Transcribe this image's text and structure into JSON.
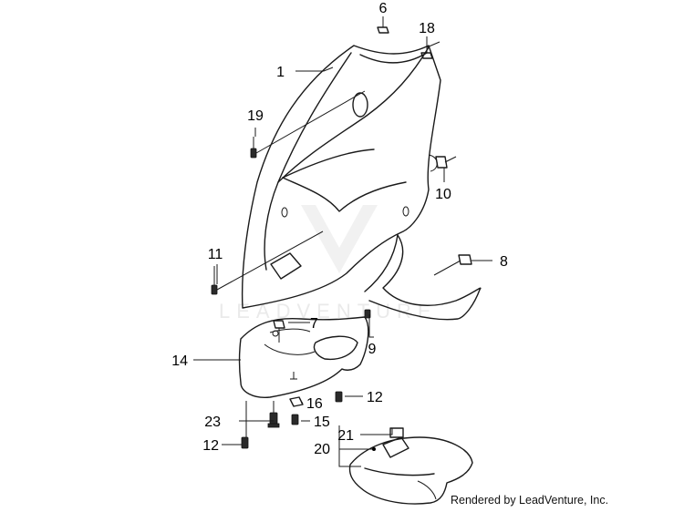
{
  "diagram": {
    "callouts": {
      "c1": "1",
      "c6": "6",
      "c18": "18",
      "c19": "19",
      "c10": "10",
      "c11": "11",
      "c8": "8",
      "c7": "7",
      "c9": "9",
      "c14": "14",
      "c12a": "12",
      "c16": "16",
      "c23": "23",
      "c15": "15",
      "c12b": "12",
      "c21": "21",
      "c20": "20"
    },
    "watermark": "LEADVENTURE",
    "credit": "Rendered by LeadVenture, Inc."
  }
}
